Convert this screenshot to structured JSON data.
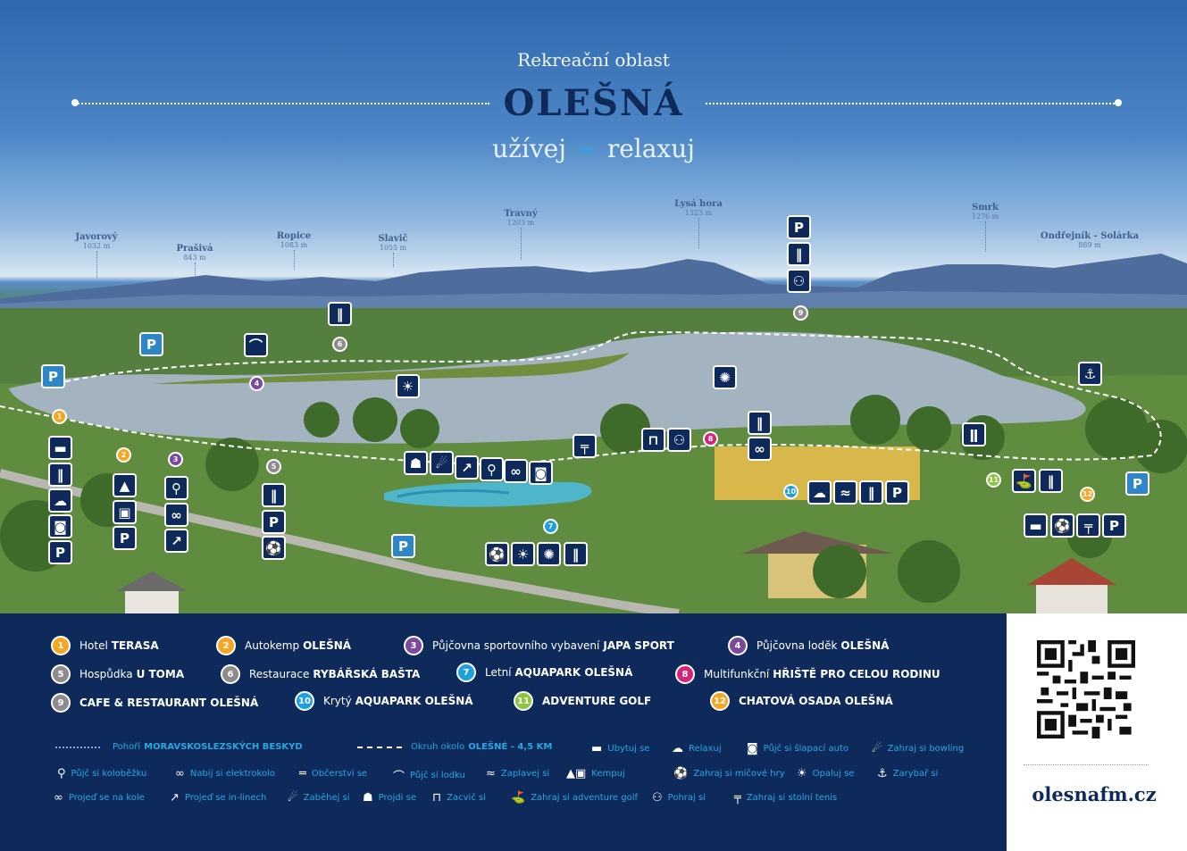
{
  "header": {
    "subtitle": "Rekreační oblast",
    "title": "OLEŠNÁ",
    "motto_left": "užívej",
    "motto_sep": "≈",
    "motto_right": "relaxuj"
  },
  "peaks": [
    {
      "name": "Javorový",
      "height": "1032 m"
    },
    {
      "name": "Prašivá",
      "height": "843 m"
    },
    {
      "name": "Ropice",
      "height": "1083 m"
    },
    {
      "name": "Slavič",
      "height": "1055 m"
    },
    {
      "name": "Travný",
      "height": "1203 m"
    },
    {
      "name": "Lysá hora",
      "height": "1323 m"
    },
    {
      "name": "Smrk",
      "height": "1276 m"
    },
    {
      "name": "Ondřejník - Solárka",
      "height": "889 m"
    }
  ],
  "map_pins": {
    "parking": "P",
    "numbers": [
      "1",
      "2",
      "3",
      "4",
      "5",
      "6",
      "7",
      "8",
      "9",
      "10",
      "11",
      "12"
    ]
  },
  "pois": [
    {
      "num": "1",
      "pre": "Hotel",
      "bold": "TERASA",
      "color": "#f5a623"
    },
    {
      "num": "2",
      "pre": "Autokemp",
      "bold": "OLEŠNÁ",
      "color": "#f5a623"
    },
    {
      "num": "3",
      "pre": "Půjčovna sportovního vybavení",
      "bold": "JAPA SPORT",
      "color": "#7b4a9e"
    },
    {
      "num": "4",
      "pre": "Půjčovna lodĕk",
      "bold": "OLEŠNÁ",
      "color": "#7b4a9e"
    },
    {
      "num": "5",
      "pre": "Hospůdka",
      "bold": "U TOMA",
      "color": "#8c8c8c"
    },
    {
      "num": "6",
      "pre": "Restaurace",
      "bold": "RYBÁŘSKÁ BAŠTA",
      "color": "#8c8c8c"
    },
    {
      "num": "7",
      "pre": "Letní",
      "bold": "AQUAPARK OLEŠNÁ",
      "color": "#1ea0dc"
    },
    {
      "num": "8",
      "pre": "Multifunkční",
      "bold": "HŘIŠTĚ PRO CELOU RODINU",
      "color": "#d6237a"
    },
    {
      "num": "9",
      "pre": "",
      "bold": "CAFE & RESTAURANT OLEŠNÁ",
      "color": "#8c8c8c"
    },
    {
      "num": "10",
      "pre": "Krytý",
      "bold": "AQUAPARK OLEŠNÁ",
      "color": "#1ea0dc"
    },
    {
      "num": "11",
      "pre": "",
      "bold": "ADVENTURE GOLF",
      "color": "#8cc63f"
    },
    {
      "num": "12",
      "pre": "",
      "bold": "CHATOVÁ OSADA OLEŠNÁ",
      "color": "#f5a623"
    }
  ],
  "legend": {
    "mountains_pre": "Pohoří",
    "mountains_bold": "MORAVSKOSLEZSKÝCH BESKYD",
    "loop_pre": "Okruh okolo",
    "loop_bold": "OLEŠNÉ - 4,5 KM",
    "icons": [
      {
        "icon": "bed-icon",
        "glyph": "🛏",
        "label": "Ubytuj se"
      },
      {
        "icon": "relax-icon",
        "glyph": "☁",
        "label": "Relaxuj"
      },
      {
        "icon": "pedal-car-icon",
        "glyph": "🚗",
        "label": "Půjč si šlapací auto"
      },
      {
        "icon": "bowling-icon",
        "glyph": "🎳",
        "label": "Zahraj si bowling"
      },
      {
        "icon": "scooter-icon",
        "glyph": "🛴",
        "label": "Půjč si koloběžku"
      },
      {
        "icon": "ebike-icon",
        "glyph": "🚲",
        "label": "Nabij si elektrokolo"
      },
      {
        "icon": "food-icon",
        "glyph": "🍴",
        "label": "Občerstvi se"
      },
      {
        "icon": "boat-icon",
        "glyph": "🚣",
        "label": "Půjč si lodku"
      },
      {
        "icon": "swim-icon",
        "glyph": "🏊",
        "label": "Zaplavej si"
      },
      {
        "icon": "camp-icon",
        "glyph": "⛺",
        "label": "Kempuj"
      },
      {
        "icon": "ball-games-icon",
        "glyph": "⚽",
        "label": "Zahraj si míčové hry"
      },
      {
        "icon": "sunbathe-icon",
        "glyph": "☀",
        "label": "Opaluj se"
      },
      {
        "icon": "fishing-icon",
        "glyph": "🎣",
        "label": "Zarybař si"
      },
      {
        "icon": "cycling-icon",
        "glyph": "🚴",
        "label": "Projeď se na kole"
      },
      {
        "icon": "inline-icon",
        "glyph": "⛸",
        "label": "Projeď se in-linech"
      },
      {
        "icon": "run-icon",
        "glyph": "🏃",
        "label": "Zaběhej si"
      },
      {
        "icon": "walk-icon",
        "glyph": "🚶",
        "label": "Projdi se"
      },
      {
        "icon": "workout-icon",
        "glyph": "⊓",
        "label": "Zacvič si"
      },
      {
        "icon": "adventure-golf-icon",
        "glyph": "⛳",
        "label": "Zahraj si adventure golf"
      },
      {
        "icon": "playground-icon",
        "glyph": "⚇",
        "label": "Pohraj si"
      },
      {
        "icon": "table-tennis-icon",
        "glyph": "🏓",
        "label": "Zahraj si stolní tenis"
      }
    ]
  },
  "website": "olesnafm.cz"
}
